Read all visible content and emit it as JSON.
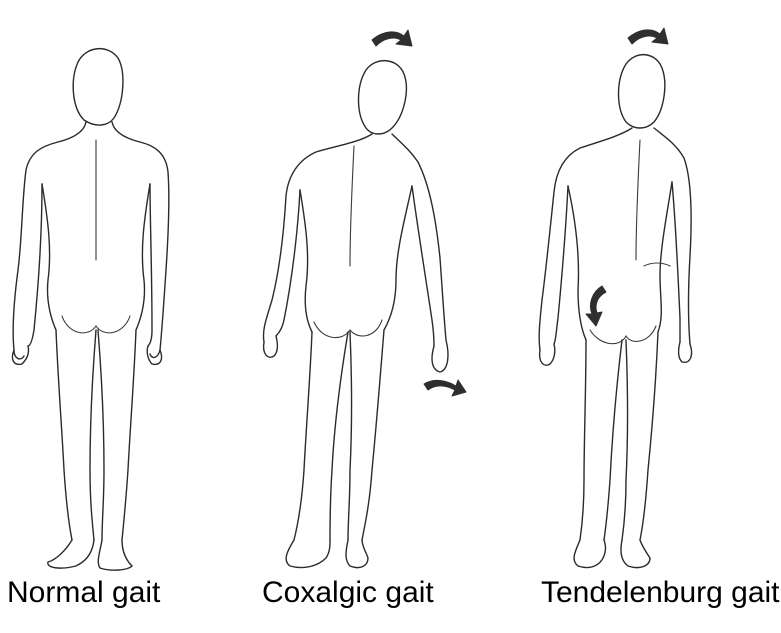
{
  "figures": [
    {
      "id": "normal",
      "caption": "Normal gait"
    },
    {
      "id": "coxalgic",
      "caption": "Coxalgic gait"
    },
    {
      "id": "tendelenburg",
      "caption": "Tendelenburg gait"
    }
  ],
  "colors": {
    "line": "#2b2b2b",
    "arrow": "#2f2f2f",
    "background": "#ffffff"
  }
}
